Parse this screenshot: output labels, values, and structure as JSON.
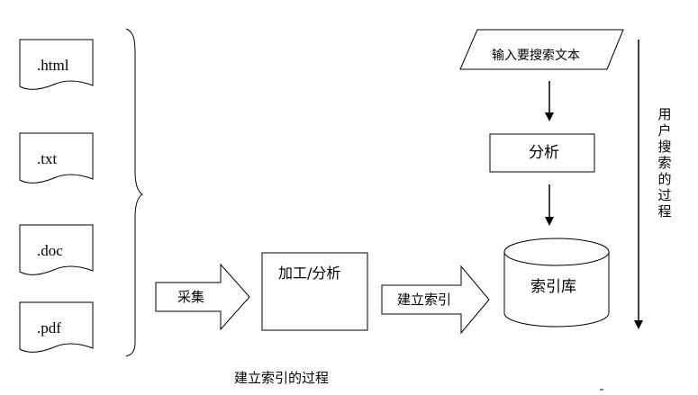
{
  "documents": [
    ".html",
    ".txt",
    ".doc",
    ".pdf"
  ],
  "indexing": {
    "collect_label": "采集",
    "process_label": "加工/分析",
    "build_index_label": "建立索引",
    "index_store_label": "索引库",
    "caption": "建立索引的过程"
  },
  "search": {
    "input_label": "输入要搜索文本",
    "analyze_label": "分析",
    "caption": "用户搜索的过程"
  }
}
